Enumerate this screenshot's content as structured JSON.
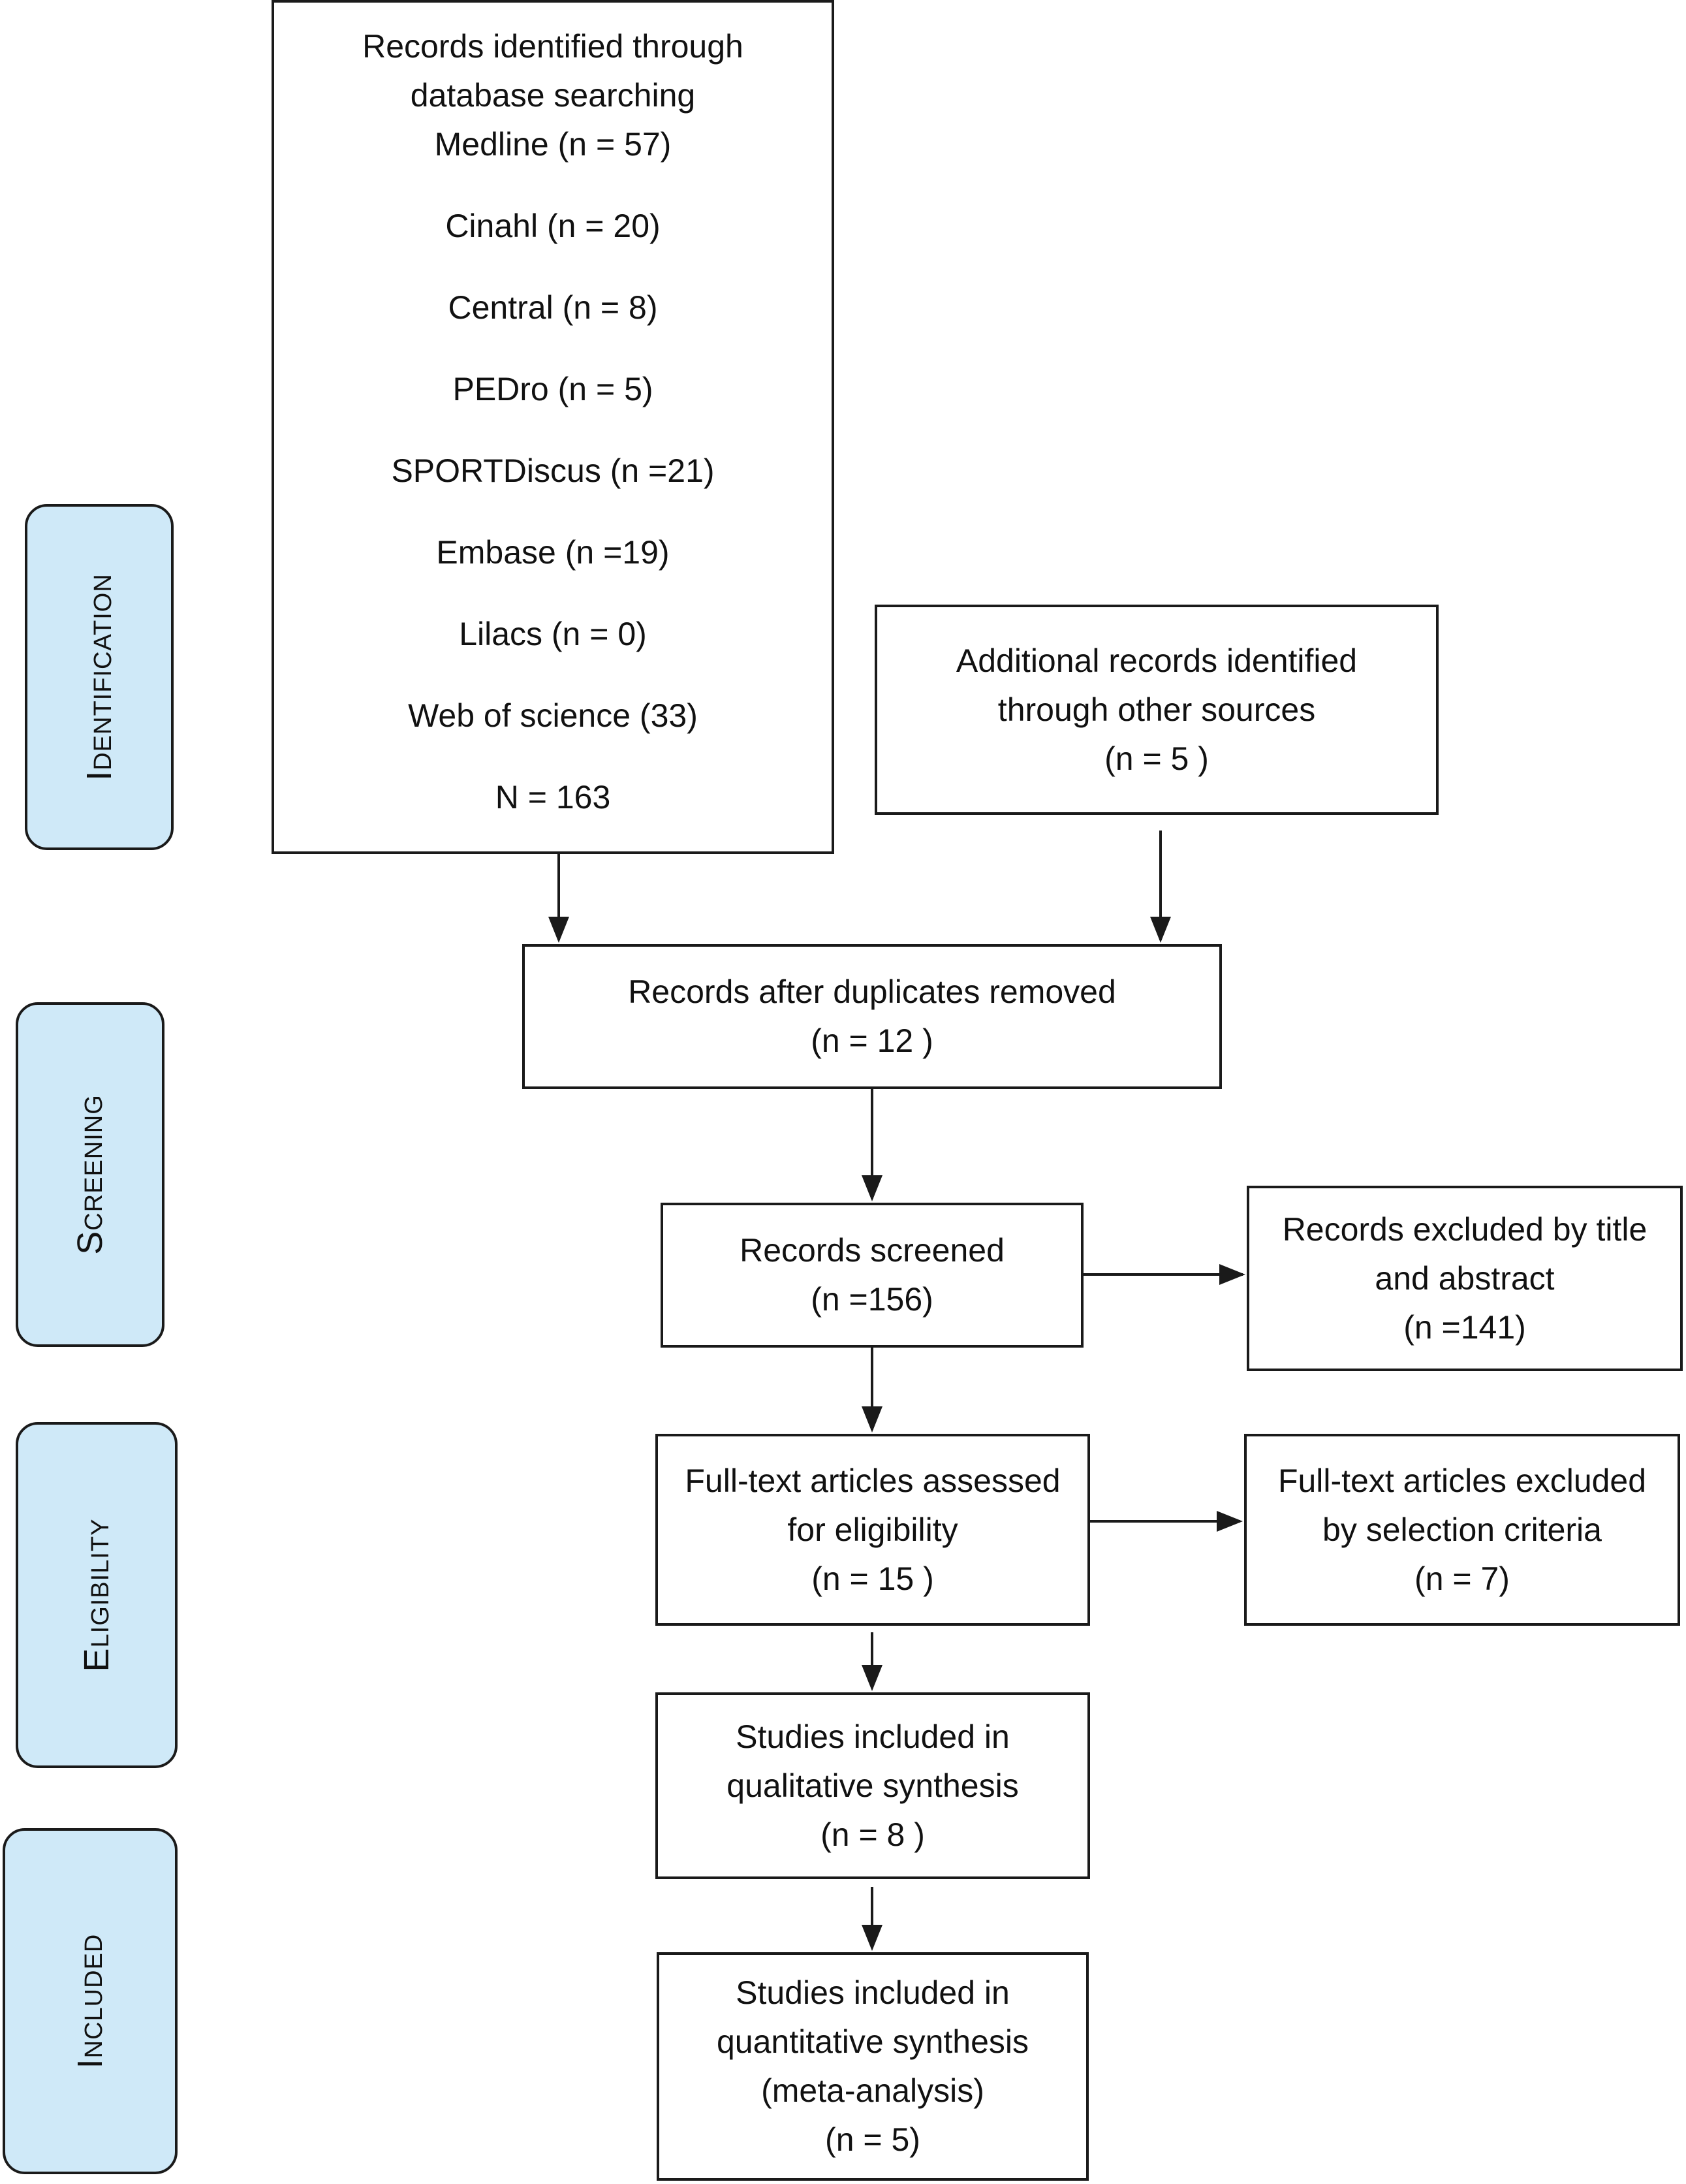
{
  "phases": {
    "identification": "Identification",
    "screening": "Screening",
    "eligibility": "Eligibility",
    "included": "Included"
  },
  "database_search": {
    "title_line1": "Records identified through",
    "title_line2": "database searching",
    "sources": [
      "Medline (n = 57)",
      "Cinahl (n = 20)",
      "Central (n = 8)",
      "PEDro (n = 5)",
      "SPORTDiscus (n =21)",
      "Embase (n =19)",
      "Lilacs (n = 0)",
      "Web of science (33)"
    ],
    "total": "N = 163"
  },
  "other_sources": {
    "line1": "Additional records identified",
    "line2": "through other sources",
    "count": "(n =  5 )"
  },
  "duplicates_removed": {
    "line1": "Records after duplicates removed",
    "count": "(n = 12 )"
  },
  "screened": {
    "line1": "Records screened",
    "count": "(n =156)"
  },
  "excluded_title": {
    "line1": "Records excluded by title",
    "line2": "and abstract",
    "count": "(n =141)"
  },
  "fulltext_assessed": {
    "line1": "Full-text articles assessed",
    "line2": "for eligibility",
    "count": "(n = 15 )"
  },
  "fulltext_excluded": {
    "line1": "Full-text articles excluded",
    "line2": "by selection criteria",
    "count": "(n = 7)"
  },
  "qualitative": {
    "line1": "Studies included in",
    "line2": "qualitative synthesis",
    "count": "(n = 8 )"
  },
  "quantitative": {
    "line1": "Studies included in",
    "line2": "quantitative synthesis",
    "line3": "(meta-analysis)",
    "count": "(n = 5)"
  },
  "colors": {
    "phase_fill": "#cfe9f8",
    "stroke": "#1a1a1a"
  }
}
